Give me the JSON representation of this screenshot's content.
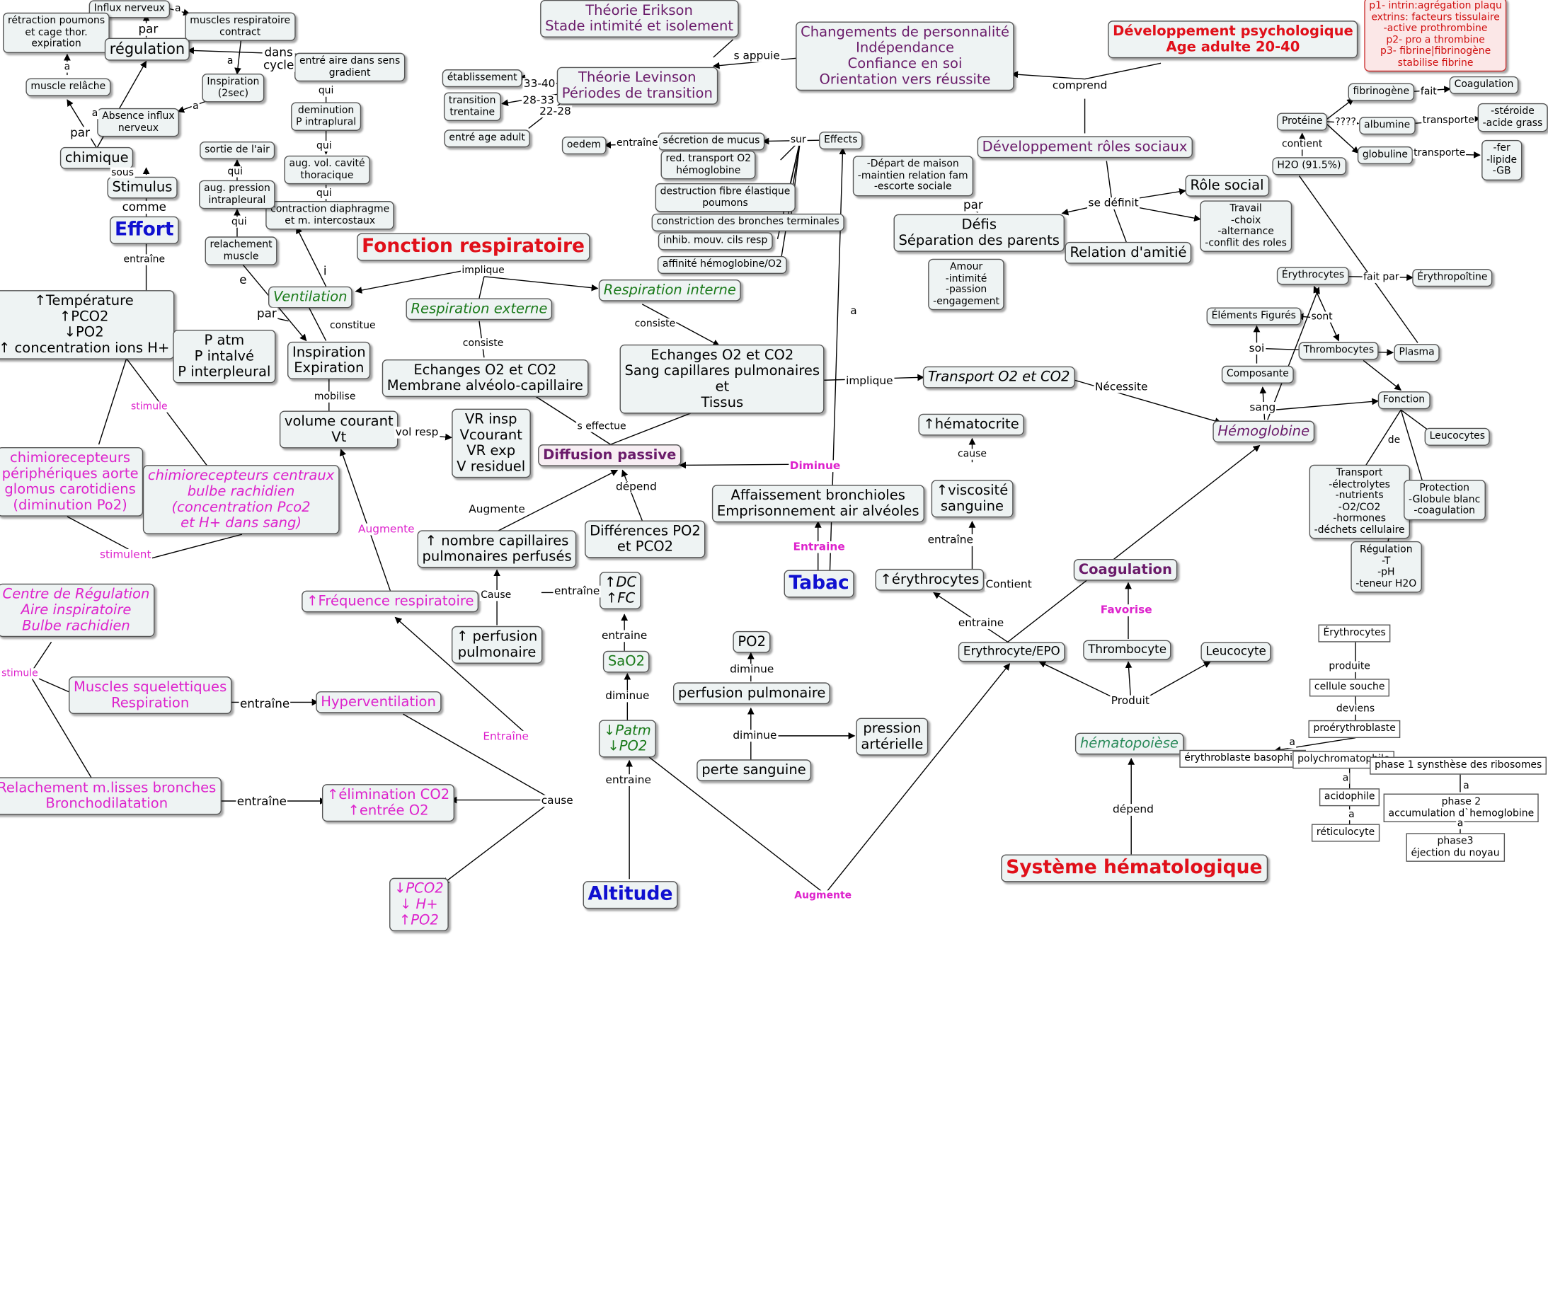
{
  "nodes": {
    "fonction_respiratoire": "Fonction respiratoire",
    "dev_psy": "Développement psychologique\nAge adulte 20-40",
    "systeme_hemato": "Système hématologique",
    "effort": "Effort",
    "tabac": "Tabac",
    "altitude": "Altitude",
    "stimulus": "Stimulus",
    "chimique": "chimique",
    "regulation": "régulation",
    "influx_nerveux": "Influx nerveux",
    "retraction_poumons": "rétraction poumons\net cage thor.\nexpiration",
    "muscle_relache": "muscle relâche",
    "absence_influx": "Absence influx\nnerveux",
    "muscles_resp_contract": "muscles respiratoire\ncontract",
    "inspiration_2sec": "Inspiration\n(2sec)",
    "entre_aire": "entré aire dans sens\ngradient",
    "deminution_p": "deminution\nP intraplural",
    "aug_vol_cavite": "aug. vol. cavité\nthoracique",
    "contraction_diaph": "contraction diaphragme\net m. intercostaux",
    "sortie_air": "sortie de l'air",
    "aug_pression": "aug. pression\nintrapleural",
    "relachement_muscle": "relachement\nmuscle",
    "ventilation": "Ventilation",
    "p_atm": "P atm\nP intalvé\nP interpleural",
    "inspiration_expiration": "Inspiration\nExpiration",
    "volume_courant": "volume courant\nVt",
    "vr_insp": "VR insp\nVcourant\nVR exp\nV residuel",
    "temperature": "↑Température\n↑PCO2\n↓PO2\n↑ concentration ions H+",
    "chimio_peripheriques": "chimiorecepteurs\npériphériques aorte\nglomus carotidiens\n(diminution Po2)",
    "chimio_centraux": "chimiorecepteurs centraux\nbulbe rachidien\n(concentration Pco2\net H+ dans sang)",
    "centre_regulation": "Centre de Régulation\nAire inspiratoire\nBulbe rachidien",
    "muscles_squelettiques": "Muscles squelettiques\nRespiration",
    "relachement_bronches": "Relachement m.lisses bronches\nBronchodilatation",
    "hyperventilation": "Hyperventilation",
    "elimination_co2": "↑élimination CO2\n↑entrée O2",
    "pco2_h_po2": "↓PCO2\n↓ H+\n↑PO2",
    "frequence_resp": "↑Fréquence respiratoire",
    "respiration_externe": "Respiration externe",
    "respiration_interne": "Respiration interne",
    "echanges_membrane": "Echanges O2 et CO2\nMembrane alvéolo-capillaire",
    "echanges_sang": "Echanges O2 et CO2\nSang capillares pulmonaires\net\nTissus",
    "diffusion_passive": "Diffusion passive",
    "nombre_capillaires": "↑ nombre capillaires\npulmonaires perfusés",
    "differences_po2": "Différences PO2\net PCO2",
    "perfusion_pulmonaire_up": "↑ perfusion\npulmonaire",
    "dc_fc": "↑DC\n↑FC",
    "sao2": "SaO2",
    "patm_po2": "↓Patm\n↓PO2",
    "po2": "PO2",
    "perfusion_pulmonaire": "perfusion pulmonaire",
    "perte_sanguine": "perte sanguine",
    "pression_arterielle": "pression\nartérielle",
    "affaissement": "Affaissement bronchioles\nEmprisonnement air alvéoles",
    "transport_o2": "Transport O2 et CO2",
    "hematocrite": "↑hématocrite",
    "viscosite": "↑viscosité\nsanguine",
    "erythrocytes_up": "↑érythrocytes",
    "erythrocyte_epo": "Erythrocyte/EPO",
    "coagulation_main": "Coagulation",
    "thrombocyte": "Thrombocyte",
    "leucocyte": "Leucocyte",
    "hematopoiese": "hématopoièse",
    "hemoglobine": "Hémoglobine",
    "effects": "Effects",
    "secretion_mucus": "sécretion de mucus",
    "oedem": "oedem",
    "red_transport": "red. transport O2\nhémoglobine",
    "destruction_fibre": "destruction fibre élastique\npoumons",
    "constriction": "constriction des bronches terminales",
    "inhib": "inhib. mouv. cils resp",
    "affinite": "affinité hémoglobine/O2",
    "theorie_erikson": "Théorie Erikson\nStade intimité et isolement",
    "theorie_levinson": "Théorie Levinson\nPériodes de transition",
    "etablissement": "établissement",
    "transition_trentaine": "transition\ntrentaine",
    "entre_age_adult": "entré age adult",
    "changements_personnalite": "Changements de personnalité\nIndépendance\nConfiance en soi\nOrientation vers réussite",
    "dev_roles": "Développement rôles sociaux",
    "role_social": "Rôle social",
    "travail": "Travail\n-choix\n-alternance\n-conflit des roles",
    "defis": "Défis\nSéparation des parents",
    "depart_maison": "-Départ de maison\n-maintien relation fam\n-escorte sociale",
    "amour": "Amour\n-intimité\n-passion\n-engagement",
    "relation_amitie": "Relation d'amitié",
    "p1_note": "p1- intrin:agrégation plaqu\nextrins: facteurs tissulaire\n-active prothrombine\np2- pro a thrombine\np3- fibrine|fibrinogène\nstabilise fibrine",
    "coagulation_small": "Coagulation",
    "fibrinogene": "fibrinogène",
    "proteine": "Protéine",
    "albumine": "albumine",
    "globuline": "globuline",
    "steroide": "-stéroide\n-acide grass",
    "fer": "-fer\n-lipide\n-GB",
    "h2o": "H2O (91.5%)",
    "erythrocytes_small": "Érythrocytes",
    "erythropoitine": "Érythropoîtine",
    "elements_figures": "Éléments Figurés",
    "thrombocytes": "Thrombocytes",
    "plasma": "Plasma",
    "composante": "Composante",
    "fonction": "Fonction",
    "leucocytes": "Leucocytes",
    "transport_list": "Transport\n-électrolytes\n-nutrients\n-O2/CO2\n-hormones\n-déchets cellulaire",
    "protection": "Protection\n-Globule blanc\n-coagulation",
    "regulation_list": "Régulation\n-T\n-pH\n-teneur H2O",
    "erythrocytes_lineage": "Érythrocytes",
    "cellule_souche": "cellule souche",
    "proerythroblaste": "proérythroblaste",
    "erythroblaste_basophile": "érythroblaste basophile",
    "polychromatophile": "polychromatophile",
    "acidophile": "acidophile",
    "reticulocyte": "réticulocyte",
    "phase1": "phase 1 synsthèse des ribosomes",
    "phase2": "phase 2\naccumulation d`hemoglobine",
    "phase3": "phase3\néjection du noyau"
  },
  "links": {
    "a1": "a",
    "a2": "a",
    "a3": "a",
    "a4": "a",
    "a5": "a",
    "a6": "a",
    "a7": "a",
    "a8": "a",
    "a9": "a",
    "a10": "a",
    "a11": "a",
    "a12": "a",
    "par1": "par",
    "par2": "par",
    "par3": "par",
    "par4": "par",
    "dans_cycle": "dans\ncycle",
    "qui1": "qui",
    "qui2": "qui",
    "qui3": "qui",
    "qui4": "qui",
    "qui5": "qui",
    "sous": "sous",
    "comme": "comme",
    "entraine1": "entraîne",
    "entraine2": "entraîne",
    "entraine3": "entraîne",
    "entraine4": "entraîne",
    "entraine5": "entraine",
    "entraine6": "entraine",
    "entraine7": "entraîne",
    "entraine8": "entraine",
    "entraine9": "entraîne",
    "entraine_mag1": "Entraîne",
    "entraine_mag2": "Entraine",
    "stimule1": "stimule",
    "stimule2": "stimule",
    "stimulent": "stimulent",
    "e": "e",
    "i": "i",
    "constitue": "constitue",
    "mobilise": "mobilise",
    "vol_resp": "vol resp",
    "augmente_mag1": "Augmente",
    "augmente_mag2": "Augmente",
    "cause1": "cause",
    "cause2": "Cause",
    "cause3": "cause",
    "implique1": "implique",
    "implique2": "implique",
    "consiste1": "consiste",
    "consiste2": "consiste",
    "s_effectue": "s effectue",
    "depend1": "dépend",
    "depend2": "dépend",
    "augmente": "Augmente",
    "diminue1": "diminue",
    "diminue2": "diminue",
    "diminue3": "diminue",
    "diminue_mag": "Diminue",
    "necessite": "Nécessite",
    "contient1": "Contient",
    "contient2": "contient",
    "favorise": "Favorise",
    "produit": "Produit",
    "sur": "sur",
    "s_appuie": "s appuie",
    "l_33_40": "33-40",
    "l_28_33": "28-33",
    "l_22_28": "22-28",
    "comprend": "comprend",
    "se_definit": "se définit",
    "fait": "fait",
    "fait_par": "fait par",
    "transporte1": "transporte",
    "transporte2": "transporte",
    "unknown": "????",
    "sont": "sont",
    "soi": "soi",
    "sang": "sang",
    "de": "de",
    "produite": "produite",
    "deviens": "deviens"
  },
  "colors": {
    "box_fill": "#eef3f3",
    "magenta": "#dd22cc",
    "red": "#e0101a",
    "blue": "#1010d0",
    "green": "#1a7a1a",
    "purple": "#6a1b6a"
  }
}
